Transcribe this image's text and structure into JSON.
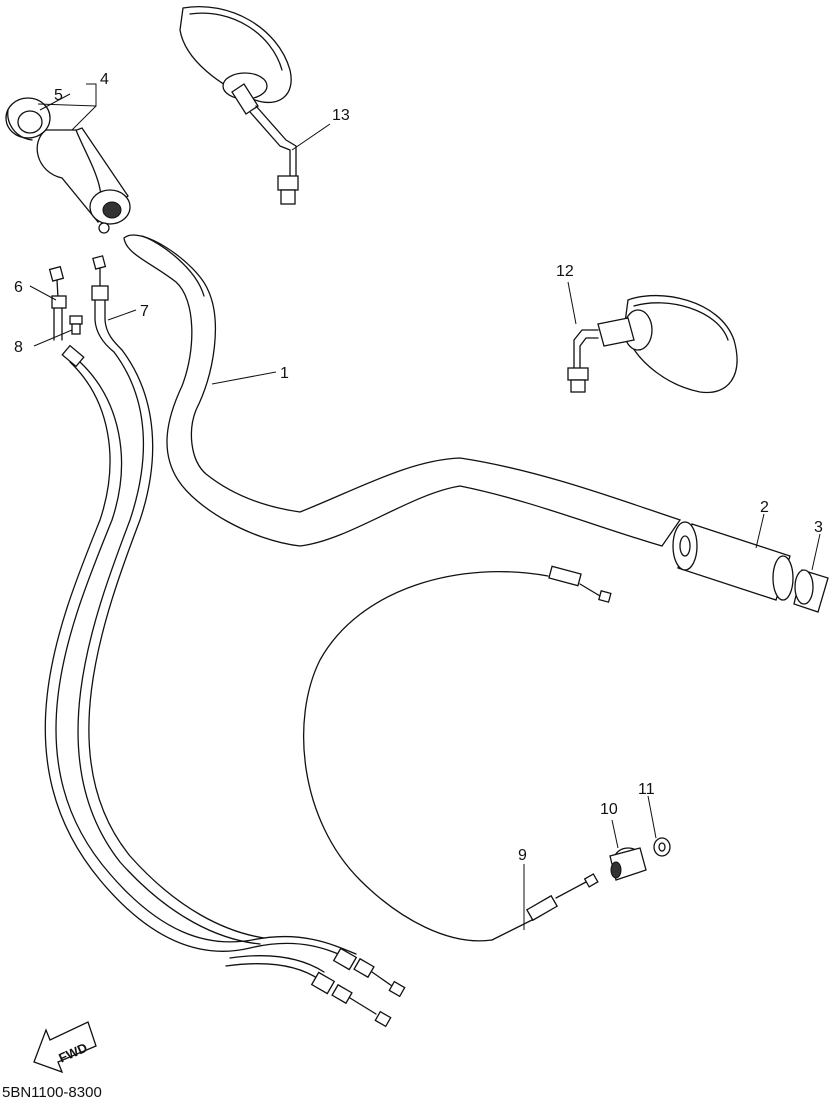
{
  "diagram": {
    "callouts": {
      "c1": "1",
      "c2": "2",
      "c3": "3",
      "c4": "4",
      "c5": "5",
      "c6": "6",
      "c7": "7",
      "c8": "8",
      "c9": "9",
      "c10": "10",
      "c11": "11",
      "c12": "12",
      "c13": "13"
    },
    "direction_label": "FWD",
    "catalog_code": "5BN1100-8300"
  }
}
